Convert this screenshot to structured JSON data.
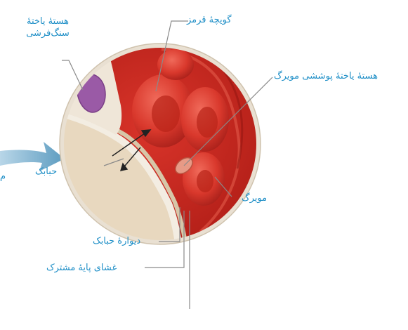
{
  "labels": {
    "squamous_nucleus_line1": "هستهٔ یاختهٔ",
    "squamous_nucleus_line2": "سنگ‌فرشی",
    "red_blood_cell": "گویچهٔ قرمز",
    "endothelial_nucleus": "هستهٔ یاختهٔ پوششی مویرگ",
    "alveolus": "حبابک",
    "capillary": "مویرگ",
    "alveolar_wall": "دیوارهٔ حبابک",
    "basement_membrane": "غشای پایهٔ مشترک",
    "edge_fragment": "م"
  },
  "colors": {
    "label_text": "#1f8fc7",
    "leader_line": "#8a8a8a",
    "alveolus_fill": "#e8d8bf",
    "capillary_fill": "#c8261e",
    "rbc_fill": "#e0453a",
    "squamous_nucleus": "#9a5aa6",
    "arrow_fill": "#5d9cc0"
  },
  "icons": {
    "diffusion_arrows": "double-arrow-icon",
    "pointer_arrow": "big-arrow-icon"
  }
}
